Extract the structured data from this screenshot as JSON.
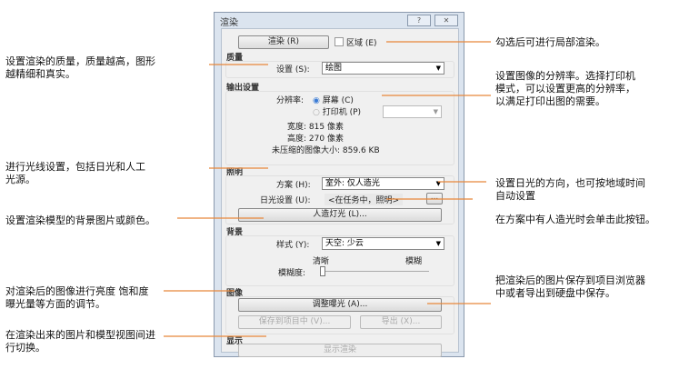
{
  "dialog": {
    "title": "渲染",
    "help": "?",
    "close": "✕",
    "render_button": "渲染 (R)",
    "region_checkbox": "区域 (E)",
    "quality": {
      "label": "质量",
      "setting_label": "设置 (S):",
      "setting_value": "绘图"
    },
    "output": {
      "label": "输出设置",
      "resolution_label": "分辨率:",
      "screen": "屏幕 (C)",
      "printer": "打印机 (P)",
      "width_label": "宽度:",
      "width_value": "815 像素",
      "height_label": "高度:",
      "height_value": "270 像素",
      "size_label": "未压缩的图像大小:",
      "size_value": "859.6 KB"
    },
    "lighting": {
      "label": "照明",
      "scheme_label": "方案 (H):",
      "scheme_value": "室外: 仅人造光",
      "sun_label": "日光设置 (U):",
      "sun_value": "<在任务中，照明>",
      "sun_button": "...",
      "artificial_button": "人造灯光 (L)..."
    },
    "background": {
      "label": "背景",
      "style_label": "样式 (Y):",
      "style_value": "天空: 少云",
      "clear": "清晰",
      "blur": "模糊",
      "blur_label": "模糊度:",
      "blur_value": 0
    },
    "image": {
      "label": "图像",
      "adjust_button": "调整曝光 (A)...",
      "save_button": "保存到项目中 (V)...",
      "export_button": "导出 (X)..."
    },
    "display": {
      "label": "显示",
      "show_button": "显示渲染"
    }
  },
  "notes": {
    "left": [
      [
        "设置渲染的质量，质量越高，图形",
        "越精细和真实。"
      ],
      [
        "进行光线设置，包括日光和人工",
        "光源。"
      ],
      [
        "设置渲染模型的背景图片或颜色。"
      ],
      [
        "对渲染后的图像进行亮度 饱和度",
        "曝光量等方面的调节。"
      ],
      [
        "在渲染出来的图片和模型视图间进",
        "行切换。"
      ]
    ],
    "right": [
      [
        "勾选后可进行局部渲染。"
      ],
      [
        "设置图像的分辨率。选择打印机",
        "模式，可以设置更高的分辨率，",
        "以满足打印出图的需要。"
      ],
      [
        "设置日光的方向，也可按地域时间",
        "自动设置"
      ],
      [
        "在方案中有人造光时会单击此按钮。"
      ],
      [
        "把渲染后的图片保存到项目浏览器",
        "中或者导出到硬盘中保存。"
      ]
    ]
  },
  "colors": {
    "line": "#e8873a"
  }
}
